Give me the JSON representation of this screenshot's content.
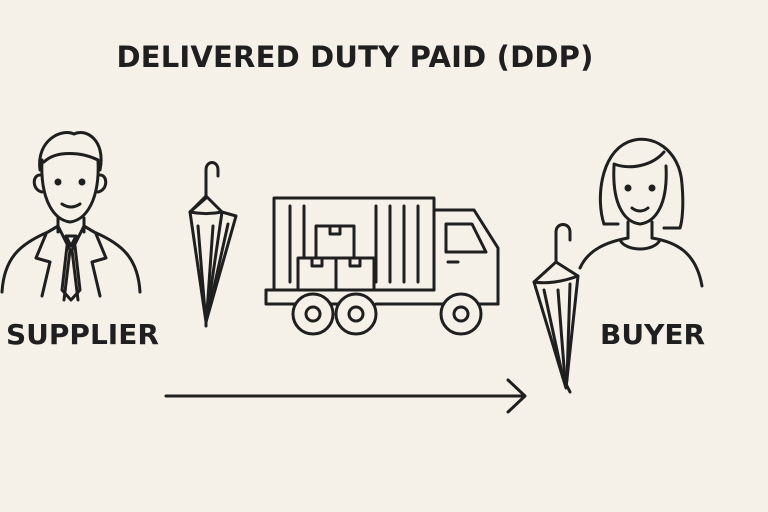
{
  "diagram": {
    "title": "DELIVERED DUTY PAID (DDP)",
    "supplier": {
      "label": "SUPPLIER",
      "icon": "supplier-person-icon"
    },
    "buyer": {
      "label": "BUYER",
      "icon": "buyer-person-icon"
    },
    "items": {
      "umbrella_left_icon": "umbrella-icon",
      "truck_icon": "delivery-truck-icon",
      "umbrella_right_icon": "umbrella-icon",
      "arrow_icon": "arrow-right-icon"
    },
    "colors": {
      "background": "#f5f1e8",
      "ink": "#1f1f1f"
    }
  }
}
